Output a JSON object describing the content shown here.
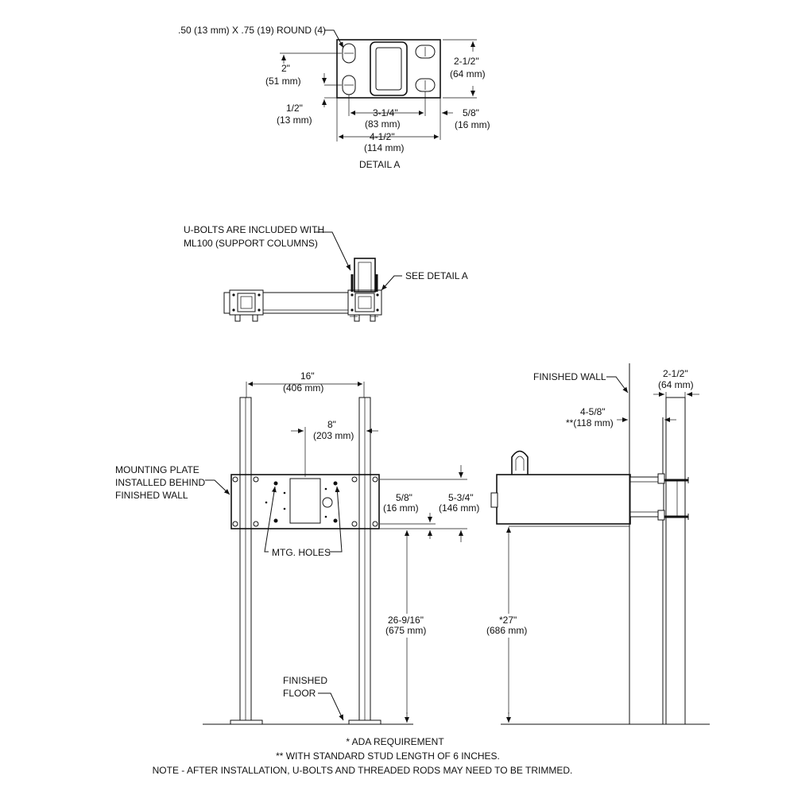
{
  "detail_a": {
    "slot_label": ".50 (13 mm) X .75 (19) ROUND (4)",
    "dim_height_in": "2-1/2\"",
    "dim_height_mm": "(64 mm)",
    "dim_2_in": "2\"",
    "dim_2_mm": "(51 mm)",
    "dim_half_in": "1/2\"",
    "dim_half_mm": "(13 mm)",
    "dim_center_in": "3-1/4\"",
    "dim_center_mm": "(83 mm)",
    "dim_edge_in": "5/8\"",
    "dim_edge_mm": "(16 mm)",
    "dim_width_in": "4-1/2\"",
    "dim_width_mm": "(114 mm)",
    "caption": "DETAIL A"
  },
  "top_view": {
    "ubolt_note_line1": "U-BOLTS ARE INCLUDED WITH",
    "ubolt_note_line2": "ML100 (SUPPORT COLUMNS)",
    "see_detail": "SEE DETAIL A"
  },
  "front_view": {
    "dim_16_in": "16\"",
    "dim_16_mm": "(406 mm)",
    "dim_8_in": "8\"",
    "dim_8_mm": "(203 mm)",
    "plate_label_line1": "MOUNTING PLATE",
    "plate_label_line2": "INSTALLED BEHIND",
    "plate_label_line3": "FINISHED WALL",
    "dim_58_in": "5/8\"",
    "dim_58_mm": "(16 mm)",
    "dim_534_in": "5-3/4\"",
    "dim_534_mm": "(146 mm)",
    "mtg_holes": "MTG. HOLES",
    "dim_26_in": "26-9/16\"",
    "dim_26_mm": "(675 mm)",
    "floor_line1": "FINISHED",
    "floor_line2": "FLOOR"
  },
  "side_view": {
    "wall_label": "FINISHED WALL",
    "dim_212_in": "2-1/2\"",
    "dim_212_mm": "(64 mm)",
    "dim_458_in": "4-5/8\"",
    "dim_458_mm": "**(118 mm)",
    "dim_27_in": "*27\"",
    "dim_27_mm": "(686 mm)"
  },
  "notes": {
    "line1": "* ADA REQUIREMENT",
    "line2": "** WITH STANDARD STUD LENGTH OF 6 INCHES.",
    "line3": "NOTE - AFTER INSTALLATION, U-BOLTS AND THREADED RODS MAY NEED TO BE TRIMMED."
  }
}
